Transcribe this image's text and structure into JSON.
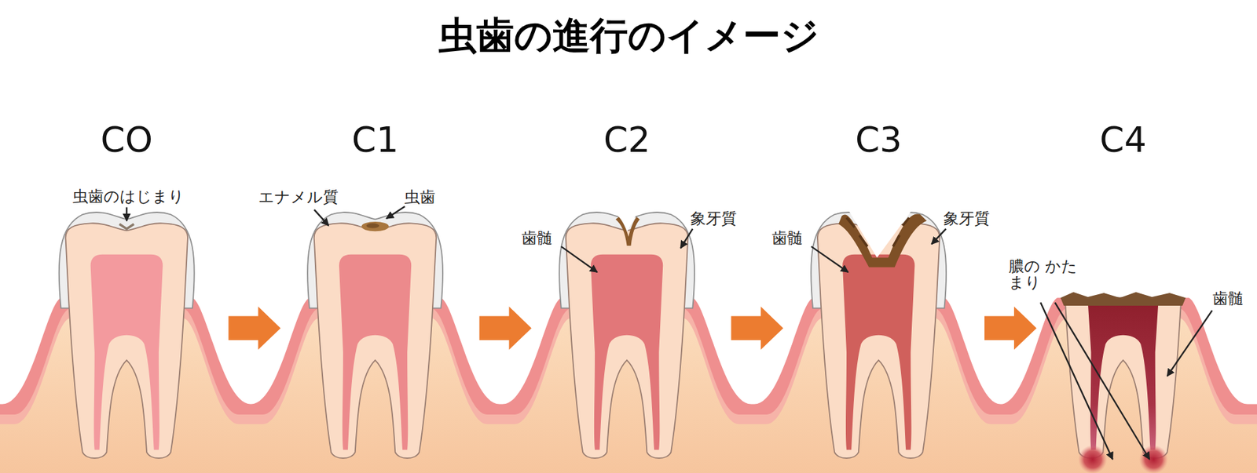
{
  "diagram": {
    "title": "虫歯の進行のイメージ",
    "labels": [
      "CO",
      "C1",
      "C2",
      "C3",
      "C4",
      "虫歯のはじまり",
      "エナメル質",
      "虫歯",
      "歯髄",
      "象牙質",
      "歯髄",
      "象牙質",
      "膿の かたまり",
      "歯髄"
    ]
  }
}
